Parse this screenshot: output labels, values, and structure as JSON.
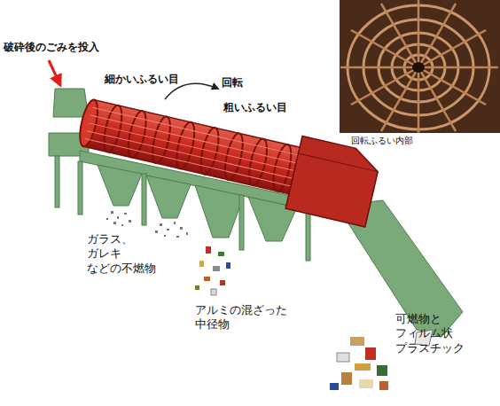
{
  "diagram": {
    "labels": [
      "破砕後のごみを投入",
      "細かいふるい目",
      "回転",
      "粗いふるい目",
      "回転ふるい内部",
      "ガラス、ガレキ などの不燃物",
      "アルミの混ざった 中径物",
      "可燃物と フィルム状 プラスチック"
    ]
  }
}
